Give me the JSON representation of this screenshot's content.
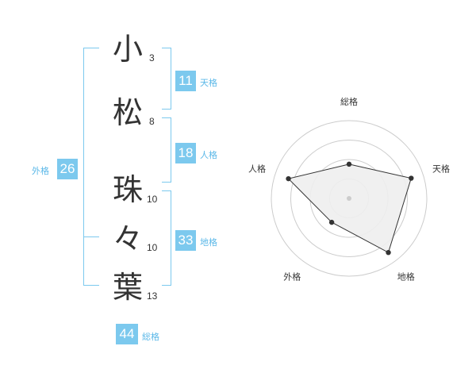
{
  "name": {
    "chars": [
      {
        "char": "小",
        "strokes": "3"
      },
      {
        "char": "松",
        "strokes": "8"
      },
      {
        "char": "珠",
        "strokes": "10"
      },
      {
        "char": "々",
        "strokes": "10"
      },
      {
        "char": "葉",
        "strokes": "13"
      }
    ]
  },
  "kakusu": {
    "tenkaku": {
      "value": "11",
      "label": "天格"
    },
    "jinkaku": {
      "value": "18",
      "label": "人格"
    },
    "chikaku": {
      "value": "33",
      "label": "地格"
    },
    "gaikaku": {
      "value": "26",
      "label": "外格"
    },
    "soukaku": {
      "value": "44",
      "label": "総格"
    }
  },
  "colors": {
    "accent": "#7cc9ee",
    "label": "#5bb8e8",
    "text": "#333333"
  },
  "chart_data": {
    "type": "radar",
    "axes": [
      "総格",
      "天格",
      "地格",
      "外格",
      "人格"
    ],
    "levels": 4,
    "values": [
      0.44,
      0.84,
      0.86,
      0.38,
      0.82
    ],
    "max": 1
  }
}
